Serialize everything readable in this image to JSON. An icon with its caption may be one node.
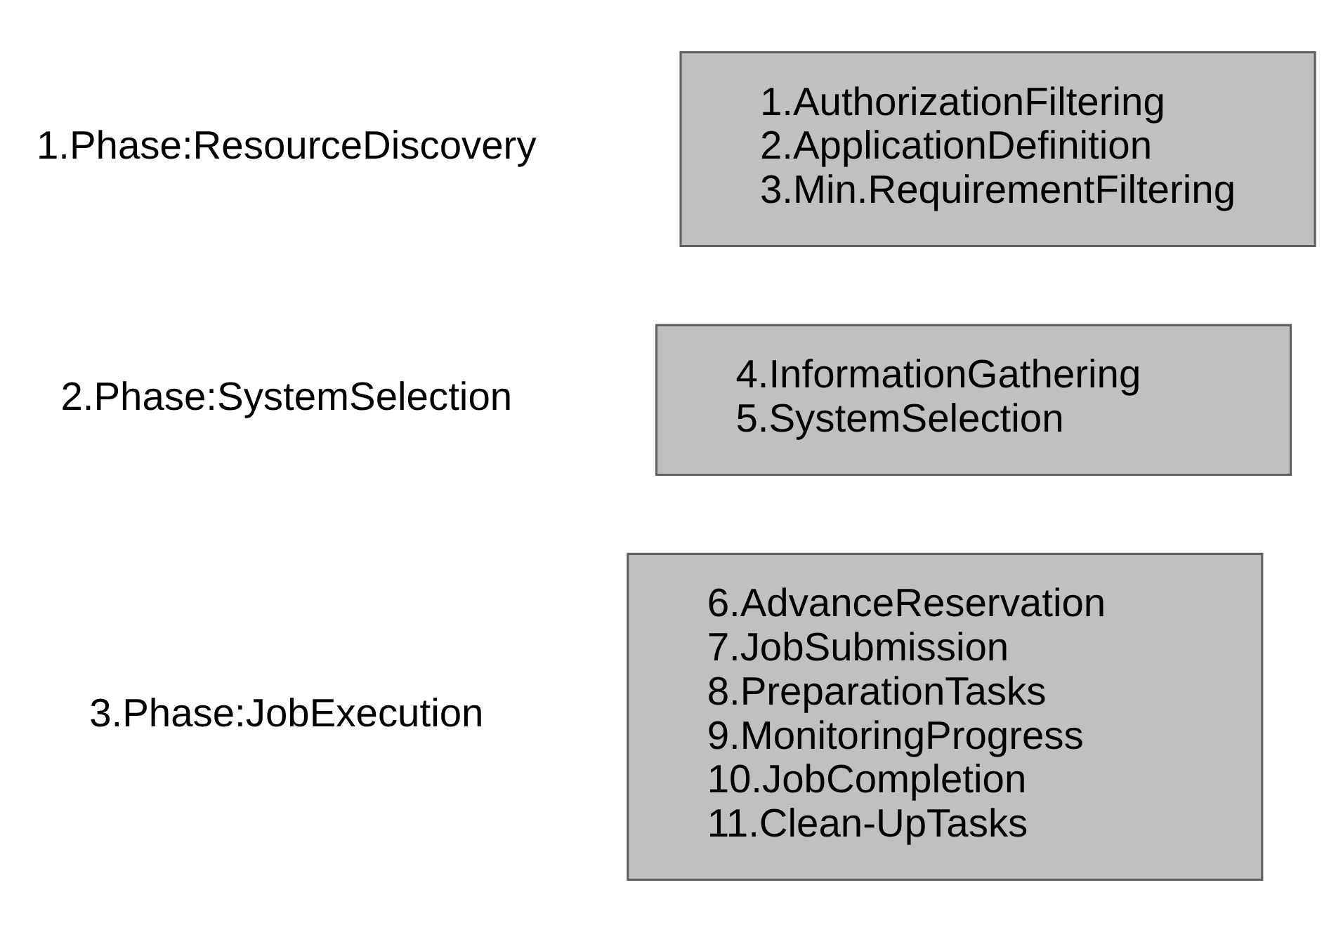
{
  "diagram": {
    "nodes": [
      {
        "text": [
          "1.AuthorizationFiltering",
          "2.ApplicationDefinition",
          "3.Min.RequirementFiltering"
        ],
        "beside": [
          "1.Phase:ResourceDiscovery"
        ]
      },
      {
        "text": [
          "4.InformationGathering",
          "5.SystemSelection"
        ],
        "beside": [
          "2.Phase:SystemSelection"
        ]
      },
      {
        "text": [
          "6.AdvanceReservation",
          "7.JobSubmission",
          "8.PreparationTasks",
          "9.MonitoringProgress",
          "10.JobCompletion",
          "11.Clean-UpTasks"
        ],
        "beside": [
          "3.Phase:JobExecution"
        ]
      }
    ]
  }
}
